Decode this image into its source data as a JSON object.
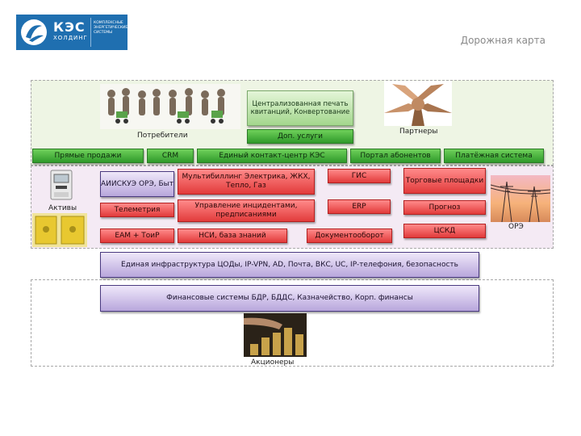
{
  "header": {
    "logo_name": "КЭС",
    "logo_sub": "ХОЛДИНГ",
    "logo_tag": "КОМПЛЕКСНЫЕ ЭНЕРГЕТИЧЕСКИЕ СИСТЕМЫ",
    "roadmap": "Дорожная карта"
  },
  "top": {
    "consumers": "Потребители",
    "partners": "Партнеры",
    "central_print": "Централизованная печать квитанций, Конвертование",
    "extra_services": "Доп. услуги",
    "row": [
      "Прямые продажи",
      "CRM",
      "Единый контакт-центр КЭС",
      "Портал абонентов",
      "Платёжная система"
    ]
  },
  "mid": {
    "assets": "Активы",
    "ore": "ОРЭ",
    "aiiskue": "АИИСКУЭ ОРЭ, Быт",
    "telemetry": "Телеметрия",
    "eam": "ЕАМ + ТоиР",
    "multibilling": "Мультибиллинг Электрика, ЖКХ, Тепло, Газ",
    "incidents": "Управление инцидентами, предписаниями",
    "nsi": "НСИ, база знаний",
    "gis": "ГИС",
    "erp": "ERP",
    "docflow": "Документооборот",
    "trading": "Торговые площадки",
    "forecast": "Прогноз",
    "tssd": "ЦСКД"
  },
  "infra": "Единая инфраструктура ЦОДы, IP-VPN, AD, Почта, ВКС, UC, IP-телефония, безопасность",
  "finance": "Финансовые системы БДР, БДДС, Казначейство, Корп. финансы",
  "shareholders": "Акционеры"
}
